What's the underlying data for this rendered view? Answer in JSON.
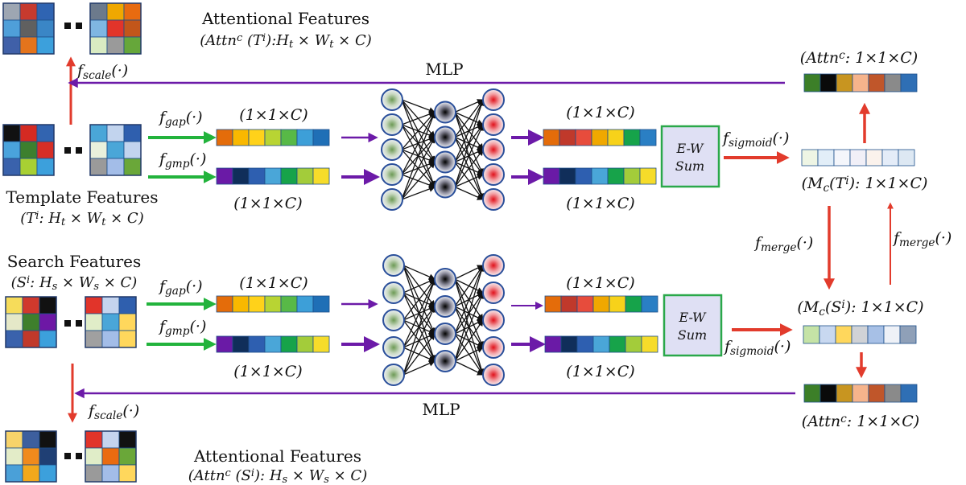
{
  "labels": {
    "attn_features_top": "Attentional Features",
    "attn_features_top_math": "(Attn^c (T^i):H_t × W_t × C)",
    "attn_features_bottom": "Attentional Features",
    "attn_features_bottom_math": "(Attn^c (S^i): H_s × W_s × C)",
    "template_features": "Template Features",
    "template_features_math": "(T^i:  H_t × W_t × C)",
    "search_features": "Search  Features",
    "search_features_math": "(S^i: H_s × W_s × C)",
    "mlp_top": "MLP",
    "mlp_bottom": "MLP",
    "f_scale_top": "f_scale(·)",
    "f_scale_bottom": "f_scale(·)",
    "f_gap_top": "f_gap(·)",
    "f_gmp_top": "f_gmp(·)",
    "f_gap_bottom": "f_gap(·)",
    "f_gmp_bottom": "f_gmp(·)",
    "vec_1x1xC": "(1×1×C)",
    "ew_line1": "E-W",
    "ew_line2": "Sum",
    "f_sigmoid_top": "f_sigmoid(·)",
    "f_sigmoid_bottom": "f_sigmoid(·)",
    "mc_t": "(M_c(T^i): 1×1×C)",
    "mc_s": "(M_c(S^i): 1×1×C)",
    "attn_c_top": "(Attn^c: 1×1×C)",
    "attn_c_bottom": "(Attn^c: 1×1×C)",
    "f_merge_left": "f_merge(·)",
    "f_merge_right": "f_merge(·)"
  },
  "colors": {
    "red_arrow": "#e23b2c",
    "green_arrow": "#22b33c",
    "purple_arrow": "#6c1aa8",
    "grid_border": "#223a6a"
  },
  "vectors": {
    "gap": [
      "#e46c0a",
      "#f9b800",
      "#ffd21a",
      "#b8d433",
      "#58b947",
      "#3d9fd8",
      "#1f6fb6"
    ],
    "gmp": [
      "#6a1aa6",
      "#102e5a",
      "#2e5fb0",
      "#4aa6d8",
      "#17a34a",
      "#a3cc3a",
      "#f6dc2a"
    ],
    "gap_out": [
      "#e46c0a",
      "#c0392b",
      "#e74c3c",
      "#f0a800",
      "#f7d21a",
      "#16a34a",
      "#2a7fc4"
    ],
    "gmp_out": [
      "#6a1aa6",
      "#102e5a",
      "#2e5fb0",
      "#4aa6d8",
      "#17a34a",
      "#a3cc3a",
      "#f6dc2a"
    ],
    "mc_t": [
      "#eef5e4",
      "#e2eef8",
      "#f4f6fb",
      "#f1eff7",
      "#fbf2ec",
      "#e4ecf8",
      "#dde8f3"
    ],
    "mc_s": [
      "#c5e3a6",
      "#c8d8f0",
      "#ffd75c",
      "#d0d2d6",
      "#a7c0e6",
      "#eef1f7",
      "#8fa0b8"
    ],
    "attn": [
      "#3c7f28",
      "#0a0a0a",
      "#c89520",
      "#f6b48c",
      "#c0562a",
      "#8a8a8a",
      "#2f6fb5"
    ]
  },
  "grids": {
    "attn_top_a": [
      "#9ea6b2",
      "#c63a2e",
      "#2f64b2",
      "#4f9fd9",
      "#606060",
      "#3a86c6",
      "#4060a8",
      "#e4741c",
      "#3ca0dc"
    ],
    "attn_top_b": [
      "#6c7a8c",
      "#f0a800",
      "#e86b10",
      "#7fb6e2",
      "#e2342a",
      "#c2561a",
      "#d9ebc2",
      "#9a9a9a",
      "#66a73a"
    ],
    "templ_a": [
      "#111111",
      "#d42a22",
      "#3264b0",
      "#4aa3dc",
      "#3d7f2e",
      "#d62e26",
      "#3a62ac",
      "#a8d033",
      "#3ca0dc"
    ],
    "templ_b": [
      "#4aa6d8",
      "#c2d4ee",
      "#2f5fae",
      "#e8f0dc",
      "#4aa6d8",
      "#c2d4ee",
      "#9a9a9a",
      "#a3bde8",
      "#6aa739"
    ],
    "search_a": [
      "#f6dc5a",
      "#d0392c",
      "#111111",
      "#e5e8c8",
      "#3e7f2c",
      "#6d18a5",
      "#3a62ac",
      "#c0392b",
      "#3ca0dc"
    ],
    "search_b": [
      "#e1342a",
      "#c5d4ee",
      "#2f5fae",
      "#e0edc8",
      "#4aa6d8",
      "#ffd75c",
      "#a0a0a0",
      "#a3bde8",
      "#ffd75c"
    ],
    "attn_bot_a": [
      "#f7d36a",
      "#3d5f9e",
      "#111111",
      "#e3ecc8",
      "#f08a1c",
      "#1f3f74",
      "#4aa0d8",
      "#f2a81c",
      "#3ca0dc"
    ],
    "attn_bot_b": [
      "#e1342a",
      "#c5d4ee",
      "#111111",
      "#e0edc8",
      "#ea6b10",
      "#6aa739",
      "#9a9a9a",
      "#a3bde8",
      "#ffd75c"
    ]
  }
}
